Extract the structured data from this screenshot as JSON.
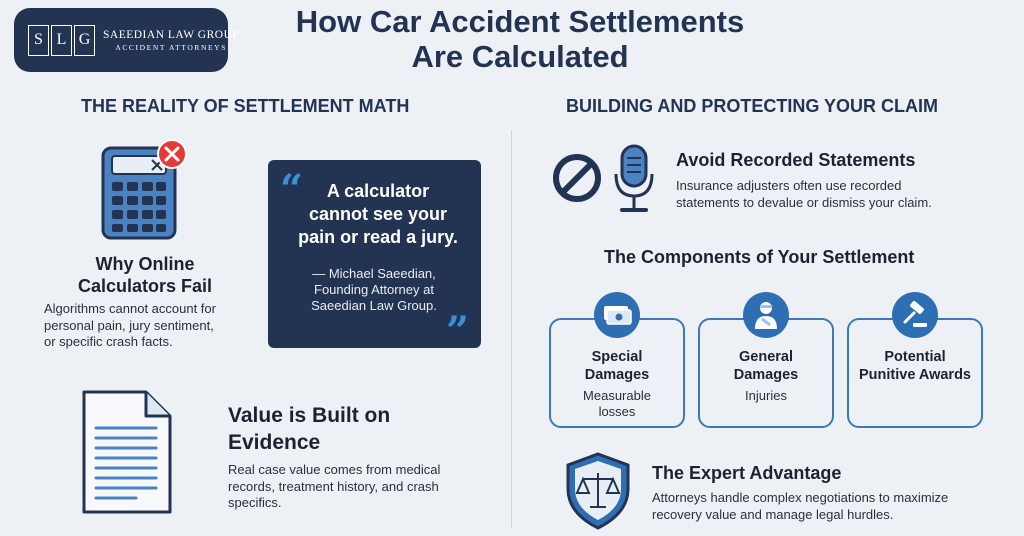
{
  "logo": {
    "letters": [
      "S",
      "L",
      "G"
    ],
    "name": "SAEEDIAN LAW GROUP",
    "tagline": "ACCIDENT ATTORNEYS"
  },
  "title": {
    "line1": "How Car Accident Settlements",
    "line2": "Are Calculated"
  },
  "left": {
    "heading": "THE REALITY OF SETTLEMENT MATH",
    "calculators": {
      "title_line1": "Why Online",
      "title_line2": "Calculators Fail",
      "text_line1": "Algorithms cannot account for",
      "text_line2": "personal pain, jury sentiment,",
      "text_line3": "or specific crash facts."
    },
    "quote": {
      "open_mark": "“",
      "close_mark": "”",
      "line1": "A calculator",
      "line2": "cannot see your",
      "line3": "pain or read a jury.",
      "attr_line1": "— Michael Saeedian,",
      "attr_line2": "Founding Attorney at",
      "attr_line3": "Saeedian Law Group."
    },
    "evidence": {
      "title_line1": "Value is Built on",
      "title_line2": "Evidence",
      "text_line1": "Real case value comes from medical",
      "text_line2": "records, treatment history, and crash",
      "text_line3": "specifics."
    }
  },
  "right": {
    "heading": "BUILDING AND PROTECTING YOUR CLAIM",
    "recorded": {
      "title": "Avoid Recorded Statements",
      "text_line1": "Insurance adjusters often use recorded",
      "text_line2": "statements to devalue or dismiss your claim."
    },
    "components": {
      "heading": "The Components of Your Settlement",
      "cards": [
        {
          "title_line1": "Special",
          "title_line2": "Damages",
          "sub_line1": "Measurable",
          "sub_line2": "losses"
        },
        {
          "title_line1": "General",
          "title_line2": "Damages",
          "sub_line1": "Injuries",
          "sub_line2": ""
        },
        {
          "title_line1": "Potential",
          "title_line2": "Punitive Awards",
          "sub_line1": "",
          "sub_line2": ""
        }
      ]
    },
    "expert": {
      "title": "The Expert Advantage",
      "text_line1": "Attorneys handle complex negotiations to maximize",
      "text_line2": "recovery value and manage legal hurdles."
    }
  },
  "colors": {
    "navy": "#233453",
    "accent_blue": "#2e6fb3",
    "alert_red": "#e53a3a",
    "background": "#edf1f6"
  },
  "icons": [
    "calculator-icon",
    "close-icon",
    "document-icon",
    "prohibited-icon",
    "microphone-icon",
    "money-icon",
    "injured-person-icon",
    "gavel-icon",
    "shield-scales-icon"
  ]
}
